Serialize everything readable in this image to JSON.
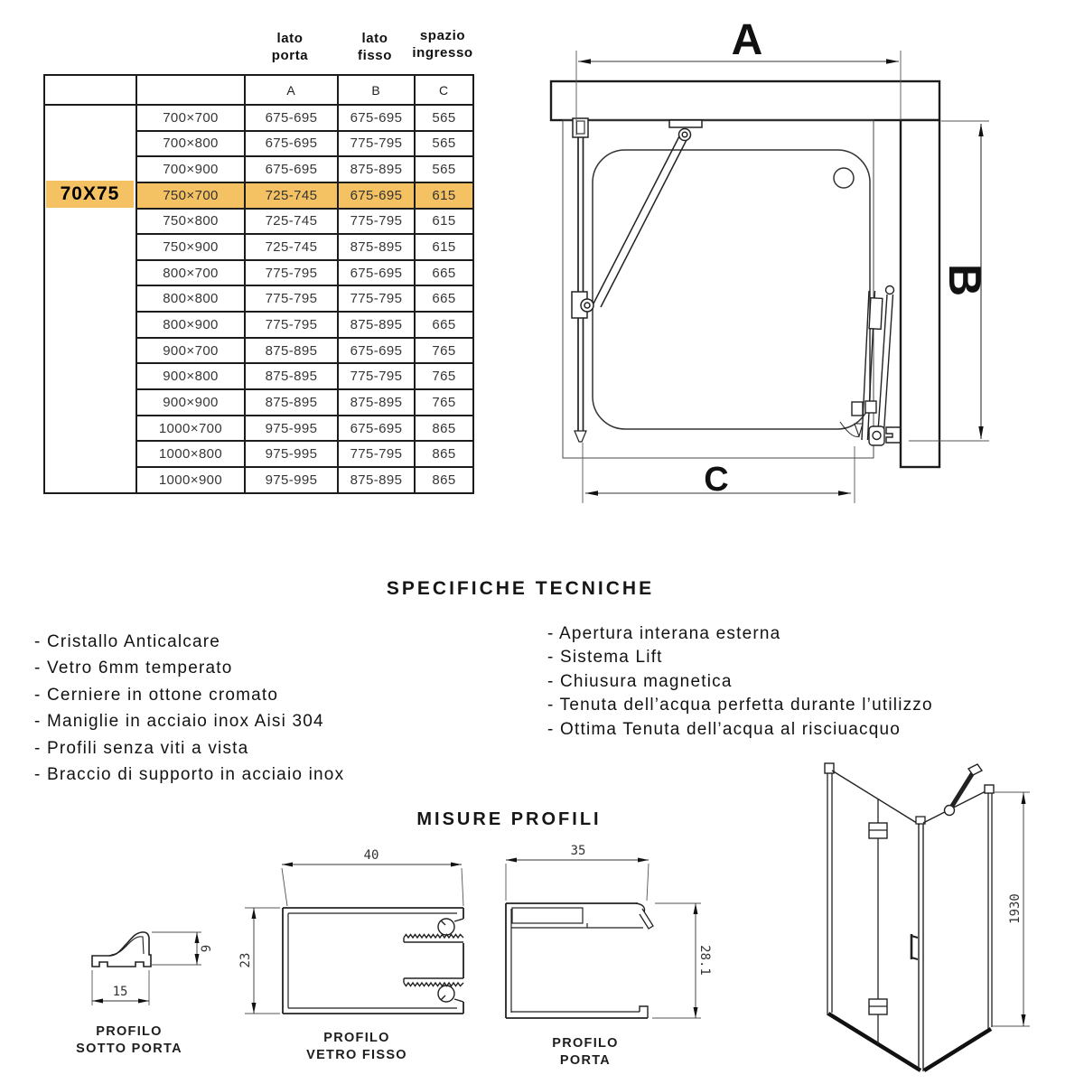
{
  "colors": {
    "highlight": "#F5C263",
    "line": "#1c1c1c"
  },
  "size_table": {
    "column_group_headers": [
      {
        "line1": "lato",
        "line2": "porta"
      },
      {
        "line1": "lato",
        "line2": "fisso"
      },
      {
        "line1": "spazio",
        "line2": "ingresso"
      }
    ],
    "column_letters": [
      "A",
      "B",
      "C"
    ],
    "highlight_label": "70X75",
    "rows": [
      {
        "size": "700×700",
        "a": "675-695",
        "b": "675-695",
        "c": "565"
      },
      {
        "size": "700×800",
        "a": "675-695",
        "b": "775-795",
        "c": "565"
      },
      {
        "size": "700×900",
        "a": "675-695",
        "b": "875-895",
        "c": "565"
      },
      {
        "size": "750×700",
        "a": "725-745",
        "b": "675-695",
        "c": "615",
        "highlighted": true
      },
      {
        "size": "750×800",
        "a": "725-745",
        "b": "775-795",
        "c": "615"
      },
      {
        "size": "750×900",
        "a": "725-745",
        "b": "875-895",
        "c": "615"
      },
      {
        "size": "800×700",
        "a": "775-795",
        "b": "675-695",
        "c": "665"
      },
      {
        "size": "800×800",
        "a": "775-795",
        "b": "775-795",
        "c": "665"
      },
      {
        "size": "800×900",
        "a": "775-795",
        "b": "875-895",
        "c": "665"
      },
      {
        "size": "900×700",
        "a": "875-895",
        "b": "675-695",
        "c": "765"
      },
      {
        "size": "900×800",
        "a": "875-895",
        "b": "775-795",
        "c": "765"
      },
      {
        "size": "900×900",
        "a": "875-895",
        "b": "875-895",
        "c": "765"
      },
      {
        "size": "1000×700",
        "a": "975-995",
        "b": "675-695",
        "c": "865"
      },
      {
        "size": "1000×800",
        "a": "975-995",
        "b": "775-795",
        "c": "865"
      },
      {
        "size": "1000×900",
        "a": "975-995",
        "b": "875-895",
        "c": "865"
      }
    ]
  },
  "plan": {
    "dim_a": "A",
    "dim_b": "B",
    "dim_c": "C"
  },
  "specs": {
    "title": "SPECIFICHE TECNICHE",
    "left_items": [
      "- Cristallo Anticalcare",
      "- Vetro 6mm temperato",
      "- Cerniere in ottone cromato",
      "- Maniglie in acciaio inox Aisi 304",
      "- Profili senza viti a vista",
      "- Braccio di supporto in acciaio inox"
    ],
    "right_items": [
      "- Apertura interana esterna",
      "- Sistema Lift",
      "- Chiusura magnetica",
      "- Tenuta dell’acqua perfetta durante l’utilizzo",
      "- Ottima Tenuta dell’acqua al risciuacquo"
    ]
  },
  "profiles": {
    "title": "MISURE PROFILI",
    "sotto_porta": {
      "label_line1": "PROFILO",
      "label_line2": "SOTTO PORTA",
      "width": "15",
      "height": "9"
    },
    "vetro_fisso": {
      "label_line1": "PROFILO",
      "label_line2": "VETRO FISSO",
      "width": "40",
      "height": "23"
    },
    "porta": {
      "label_line1": "PROFILO",
      "label_line2": "PORTA",
      "width": "35",
      "height": "28.1"
    },
    "shower_3d": {
      "height": "1930"
    }
  }
}
